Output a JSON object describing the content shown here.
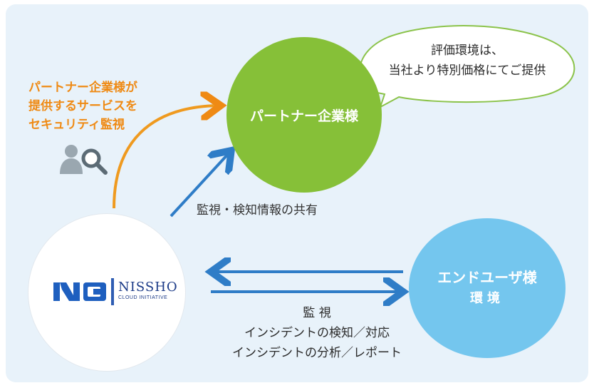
{
  "colors": {
    "background": "#e8f2fa",
    "partner_circle": "#86c038",
    "enduser_circle": "#74c6ee",
    "orange_accent": "#ef8a14",
    "arrow_blue": "#2f7dc7",
    "logo_blue": "#1b3a87"
  },
  "partner": {
    "label": "パートナー企業様"
  },
  "bubble": {
    "lines": [
      "評価環境は、",
      "当社より特別価格にてご提供"
    ]
  },
  "orange_note": {
    "lines": [
      "パートナー企業様が",
      "提供するサービスを",
      "セキュリティ監視"
    ]
  },
  "share": {
    "label": "監視・検知情報の共有"
  },
  "nissho": {
    "name": "NISSHO",
    "subtitle": "CLOUD INITIATIVE"
  },
  "enduser": {
    "line1": "エンドユーザ様",
    "line2": "環境"
  },
  "bottom": {
    "lines": [
      "監 視",
      "インシデントの検知／対応",
      "インシデントの分析／レポート"
    ]
  },
  "icons": {
    "magnifier": "person-search-icon"
  }
}
